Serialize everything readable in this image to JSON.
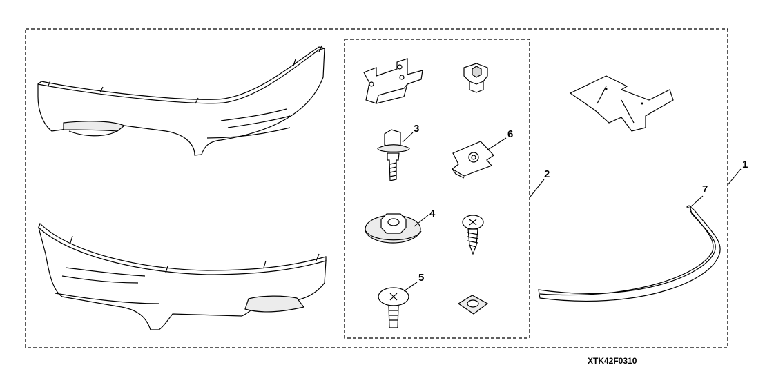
{
  "callouts": {
    "c1": "1",
    "c2": "2",
    "c3": "3",
    "c4": "4",
    "c5": "5",
    "c6": "6",
    "c7": "7"
  },
  "part_code": "XTK42F0310"
}
